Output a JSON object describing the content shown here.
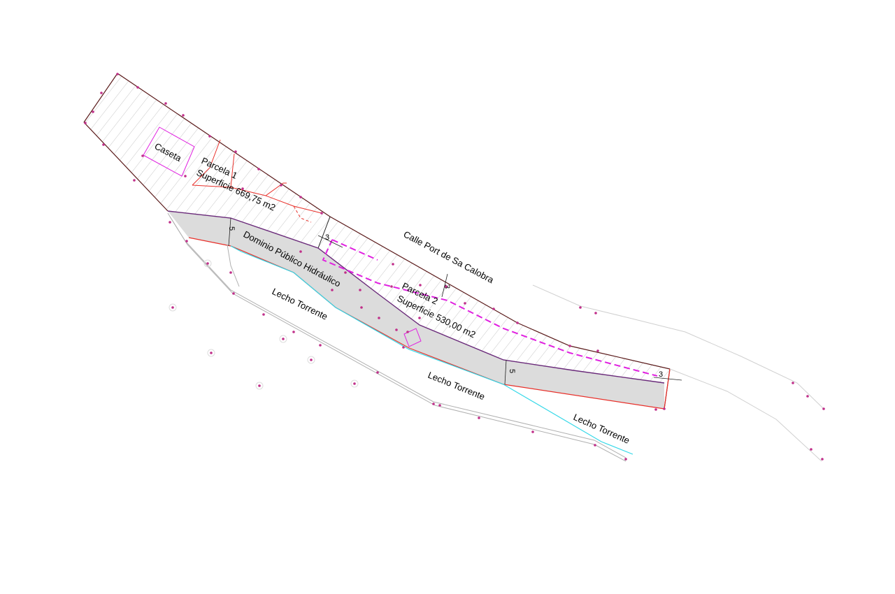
{
  "labels": {
    "caseta": "Caseta",
    "parcela1_name": "Parcela 1",
    "parcela1_area": "Superficie 669,75 m2",
    "dominio": "Dominio Público Hidráulico",
    "calle": "Calle Port de Sa Calobra",
    "parcela2_name": "Parcela 2",
    "parcela2_area": "Superficie 530,00 m2",
    "lecho1": "Lecho Torrente",
    "lecho2": "Lecho Torrente",
    "lecho3": "Lecho Torrente"
  },
  "dimensions": {
    "setback_p1": "3",
    "setback_road": "3",
    "setback_east": "3",
    "dph_width_west": "5",
    "dph_width_east": "5"
  },
  "colors": {
    "boundary": "#5a1a1a",
    "hatch": "#c8c8c8",
    "dph_fill": "#dcdcdc",
    "red_line": "#e8302a",
    "magenta": "#e020e0",
    "cyan": "#34d8e8",
    "grey_line": "#b0b0b0",
    "point": "#c0308a"
  }
}
